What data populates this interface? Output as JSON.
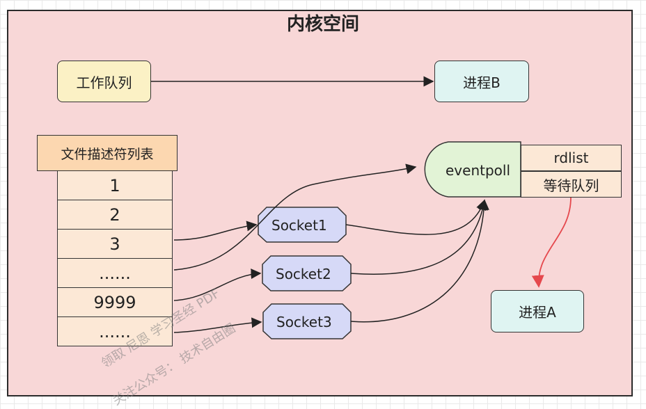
{
  "title": "内核空间",
  "work_queue": "工作队列",
  "process_b": "进程B",
  "process_a": "进程A",
  "fd_table": {
    "header": "文件描述符列表",
    "rows": [
      "1",
      "2",
      "3",
      "......",
      "9999",
      "......"
    ]
  },
  "eventpoll": {
    "label": "eventpoll",
    "rdlist": "rdlist",
    "wait_queue": "等待队列"
  },
  "sockets": [
    "Socket1",
    "Socket2",
    "Socket3"
  ],
  "watermark": {
    "line1": "领取 尼恩 学习圣经 PDF",
    "line2": "关注公众号： 技术自由圈"
  },
  "colors": {
    "kernel_bg": "#f8d7d7",
    "socket_fill": "#d6d9f7",
    "eventpoll_fill": "#e2f3d6",
    "red_arrow": "#e5484d"
  }
}
